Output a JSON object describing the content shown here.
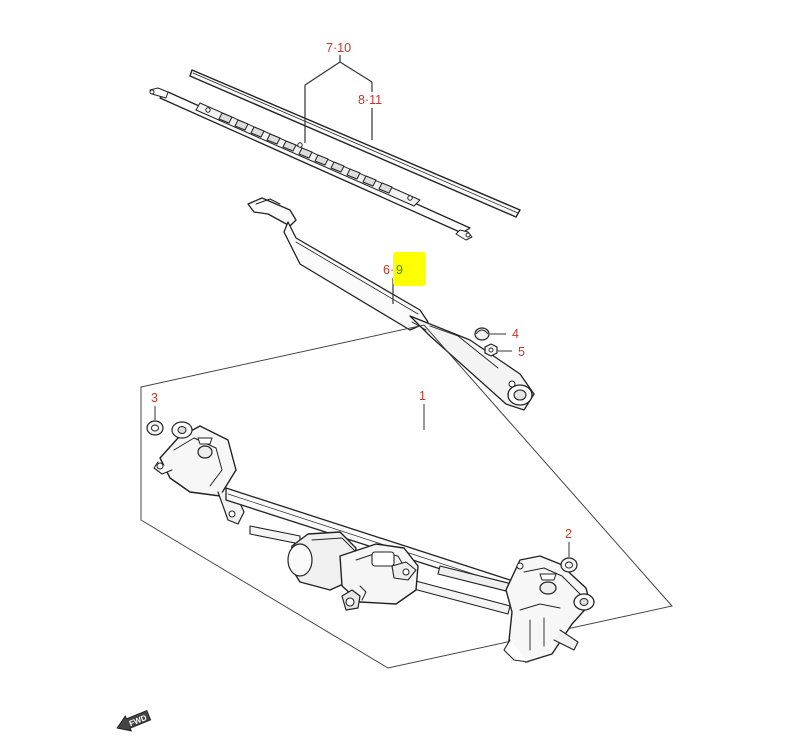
{
  "callouts": {
    "c7_10": "7·10",
    "c8_11": "8·11",
    "c6": "6·",
    "c6_hl": "9",
    "c4": "4",
    "c5": "5",
    "c1": "1",
    "c3": "3",
    "c2": "2"
  },
  "fwd_label": "FWD",
  "colors": {
    "callout_text": "#c0392b",
    "highlight": "#ffff00",
    "highlight_text": "#2e8b2e",
    "line": "#222222"
  }
}
